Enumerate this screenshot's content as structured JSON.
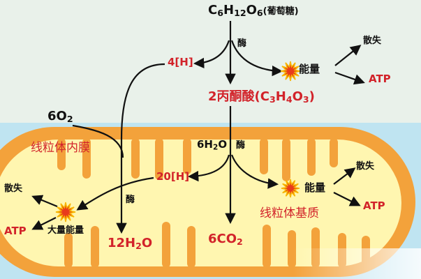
{
  "colors": {
    "background": "#e9f1ea",
    "cytoplasm": "#bfe4f1",
    "membrane_outer": "#f3a23b",
    "matrix": "#fff6b0",
    "text_red": "#d2232a",
    "text_black": "#111111",
    "burst": "#e83b1c"
  },
  "labels": {
    "glucose_formula": {
      "c": "C",
      "c_n": "6",
      "h": "H",
      "h_n": "12",
      "o": "O",
      "o_n": "6",
      "name": "(葡萄糖)"
    },
    "enzyme": "酶",
    "h4": "4[H]",
    "energy": "能量",
    "dissipate": "散失",
    "atp": "ATP",
    "pyruvate": {
      "prefix": "2丙酮酸(C",
      "c_n": "3",
      "h": "H",
      "h_n": "4",
      "o": "O",
      "o_n": "3",
      "suffix": ")"
    },
    "oxygen": {
      "coef": "6O",
      "n": "2"
    },
    "inner_membrane": "线粒体内膜",
    "water_in": {
      "coef": "6H",
      "n": "2",
      "o": "O"
    },
    "h20": "20[H]",
    "matrix": "线粒体基质",
    "large_energy": "大量能量",
    "water_out": {
      "coef": "12H",
      "n": "2",
      "o": "O"
    },
    "co2": {
      "coef": "6CO",
      "n": "2"
    }
  },
  "icons": [
    "burst-icon-cytoplasm",
    "burst-icon-matrix",
    "burst-icon-membrane"
  ]
}
